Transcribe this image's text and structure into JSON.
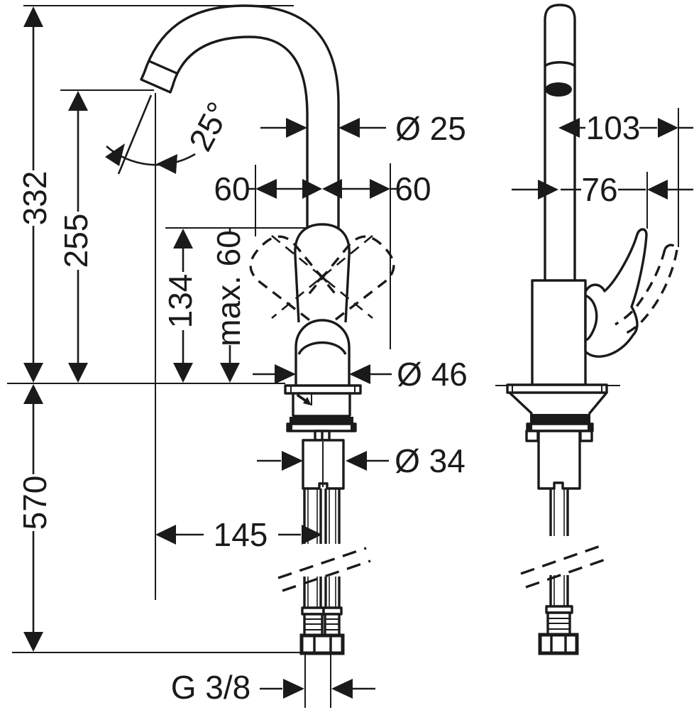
{
  "meta": {
    "kind": "faucet-installation-dimension-drawing"
  },
  "colors": {
    "ink": "#1a1a1a",
    "paper": "#ffffff"
  },
  "dimensions": {
    "total_height": "332",
    "spout_outlet_height": "255",
    "body_height": "134",
    "handle_max": "max. 60",
    "below_deck_length": "570",
    "spout_angle": "25°",
    "spout_pipe_diameter": "Ø 25",
    "swivel_left": "60",
    "swivel_right": "60",
    "base_diameter": "Ø 46",
    "shank_diameter": "Ø 34",
    "spout_reach": "145",
    "supply_thread": "G 3/8",
    "depth_overall": "103",
    "depth_to_handle": "76"
  }
}
